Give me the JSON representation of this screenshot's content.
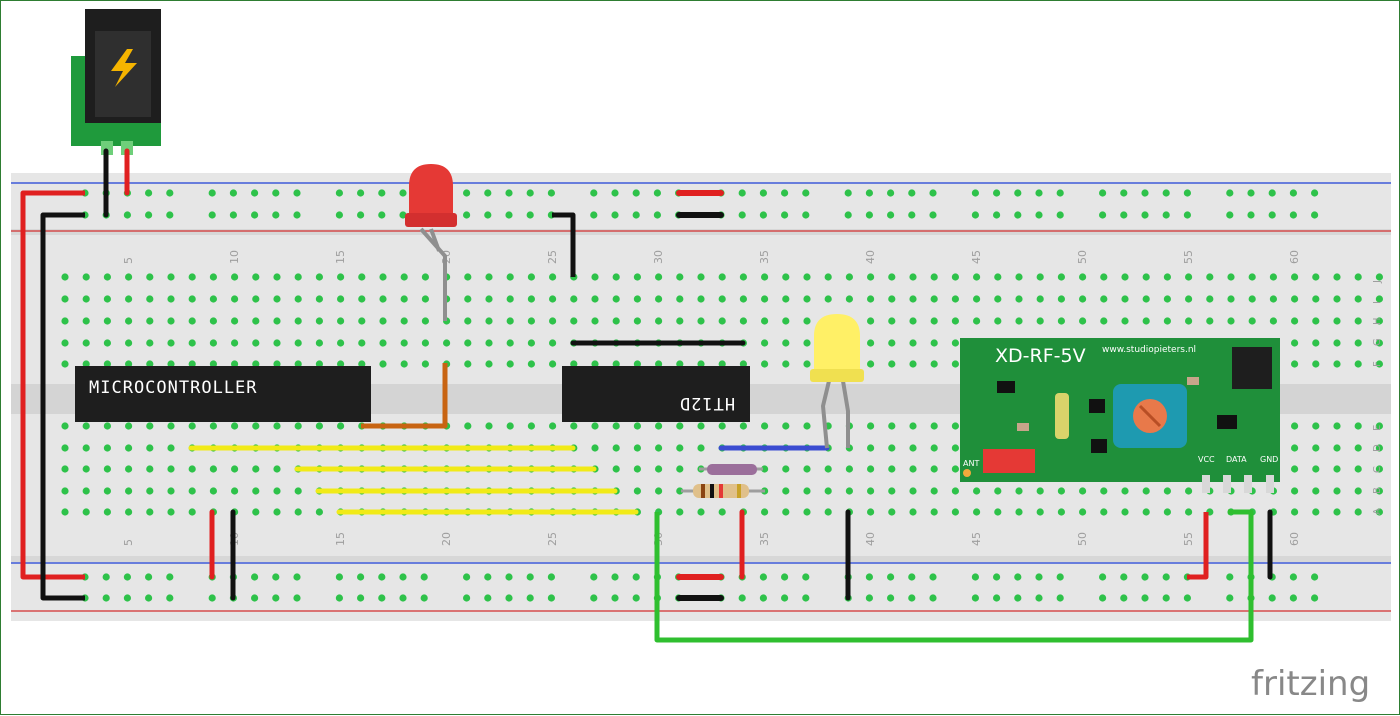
{
  "breadboard": {
    "column_numbers": [
      "5",
      "10",
      "15",
      "20",
      "25",
      "30",
      "35",
      "40",
      "45",
      "50",
      "55",
      "60"
    ],
    "row_letters_top": [
      "J",
      "I",
      "H",
      "G",
      "F"
    ],
    "row_letters_bottom": [
      "E",
      "D",
      "C",
      "B",
      "A"
    ]
  },
  "components": {
    "microcontroller_label": "MICROCONTROLLER",
    "decoder_label": "HT12D",
    "rf_module": {
      "title": "XD-RF-5V",
      "url": "www.studiopieters.nl",
      "ant_label": "ANT",
      "pin_labels": [
        "VCC",
        "DATA",
        "GND"
      ]
    }
  },
  "brand": "fritzing",
  "colors": {
    "board": "#e6e6e6",
    "hole_green": "#2ec24a",
    "rail_red": "#d32f2f",
    "rail_blue": "#1e3fd6",
    "wire_red": "#e02020",
    "wire_black": "#111111",
    "wire_yellow": "#f1ea17",
    "wire_green": "#2fbf2f",
    "wire_blue": "#3a4cd1",
    "wire_orange": "#c86412",
    "module_green": "#1f8f3a"
  }
}
